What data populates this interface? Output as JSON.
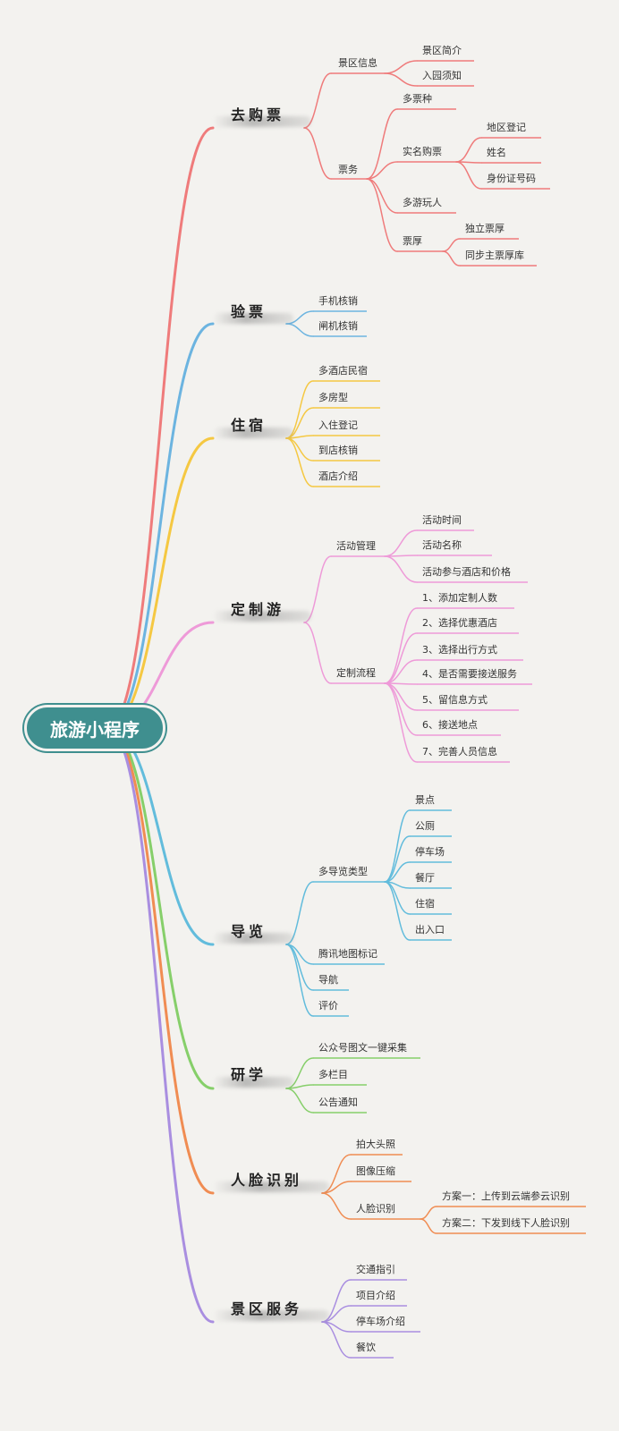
{
  "root": "旅游小程序",
  "branches": [
    {
      "label": "去购票",
      "color": "#ef7b7b",
      "children": [
        {
          "label": "景区信息",
          "children": [
            {
              "label": "景区简介"
            },
            {
              "label": "入园须知"
            }
          ]
        },
        {
          "label": "票务",
          "children": [
            {
              "label": "多票种"
            },
            {
              "label": "实名购票",
              "children": [
                {
                  "label": "地区登记"
                },
                {
                  "label": "姓名"
                },
                {
                  "label": "身份证号码"
                }
              ]
            },
            {
              "label": "多游玩人"
            },
            {
              "label": "票厚",
              "children": [
                {
                  "label": "独立票厚"
                },
                {
                  "label": "同步主票厚库"
                }
              ]
            }
          ]
        }
      ]
    },
    {
      "label": "验票",
      "color": "#6cb4e0",
      "children": [
        {
          "label": "手机核销"
        },
        {
          "label": "闸机核销"
        }
      ]
    },
    {
      "label": "住宿",
      "color": "#f5c842",
      "children": [
        {
          "label": "多酒店民宿"
        },
        {
          "label": "多房型"
        },
        {
          "label": "入住登记"
        },
        {
          "label": "到店核销"
        },
        {
          "label": "酒店介绍"
        }
      ]
    },
    {
      "label": "定制游",
      "color": "#ee9ad8",
      "children": [
        {
          "label": "活动管理",
          "children": [
            {
              "label": "活动时间"
            },
            {
              "label": "活动名称"
            },
            {
              "label": "活动参与酒店和价格"
            }
          ]
        },
        {
          "label": "定制流程",
          "children": [
            {
              "label": "1、添加定制人数"
            },
            {
              "label": "2、选择优惠酒店"
            },
            {
              "label": "3、选择出行方式"
            },
            {
              "label": "4、是否需要接送服务"
            },
            {
              "label": "5、留信息方式"
            },
            {
              "label": "6、接送地点"
            },
            {
              "label": "7、完善人员信息"
            }
          ]
        }
      ]
    },
    {
      "label": "导览",
      "color": "#62bcdc",
      "children": [
        {
          "label": "多导览类型",
          "children": [
            {
              "label": "景点"
            },
            {
              "label": "公厕"
            },
            {
              "label": "停车场"
            },
            {
              "label": "餐厅"
            },
            {
              "label": "住宿"
            },
            {
              "label": "出入口"
            }
          ]
        },
        {
          "label": "腾讯地图标记"
        },
        {
          "label": "导航"
        },
        {
          "label": "评价"
        }
      ]
    },
    {
      "label": "研学",
      "color": "#86cf6a",
      "children": [
        {
          "label": "公众号图文一键采集"
        },
        {
          "label": "多栏目"
        },
        {
          "label": "公告通知"
        }
      ]
    },
    {
      "label": "人脸识别",
      "color": "#f08c52",
      "children": [
        {
          "label": "拍大头照"
        },
        {
          "label": "图像压缩"
        },
        {
          "label": "人脸识别",
          "children": [
            {
              "label": "方案一：上传到云端参云识别"
            },
            {
              "label": "方案二：下发到线下人脸识别"
            }
          ]
        }
      ]
    },
    {
      "label": "景区服务",
      "color": "#a98ee0",
      "children": [
        {
          "label": "交通指引"
        },
        {
          "label": "项目介绍"
        },
        {
          "label": "停车场介绍"
        },
        {
          "label": "餐饮"
        }
      ]
    }
  ]
}
